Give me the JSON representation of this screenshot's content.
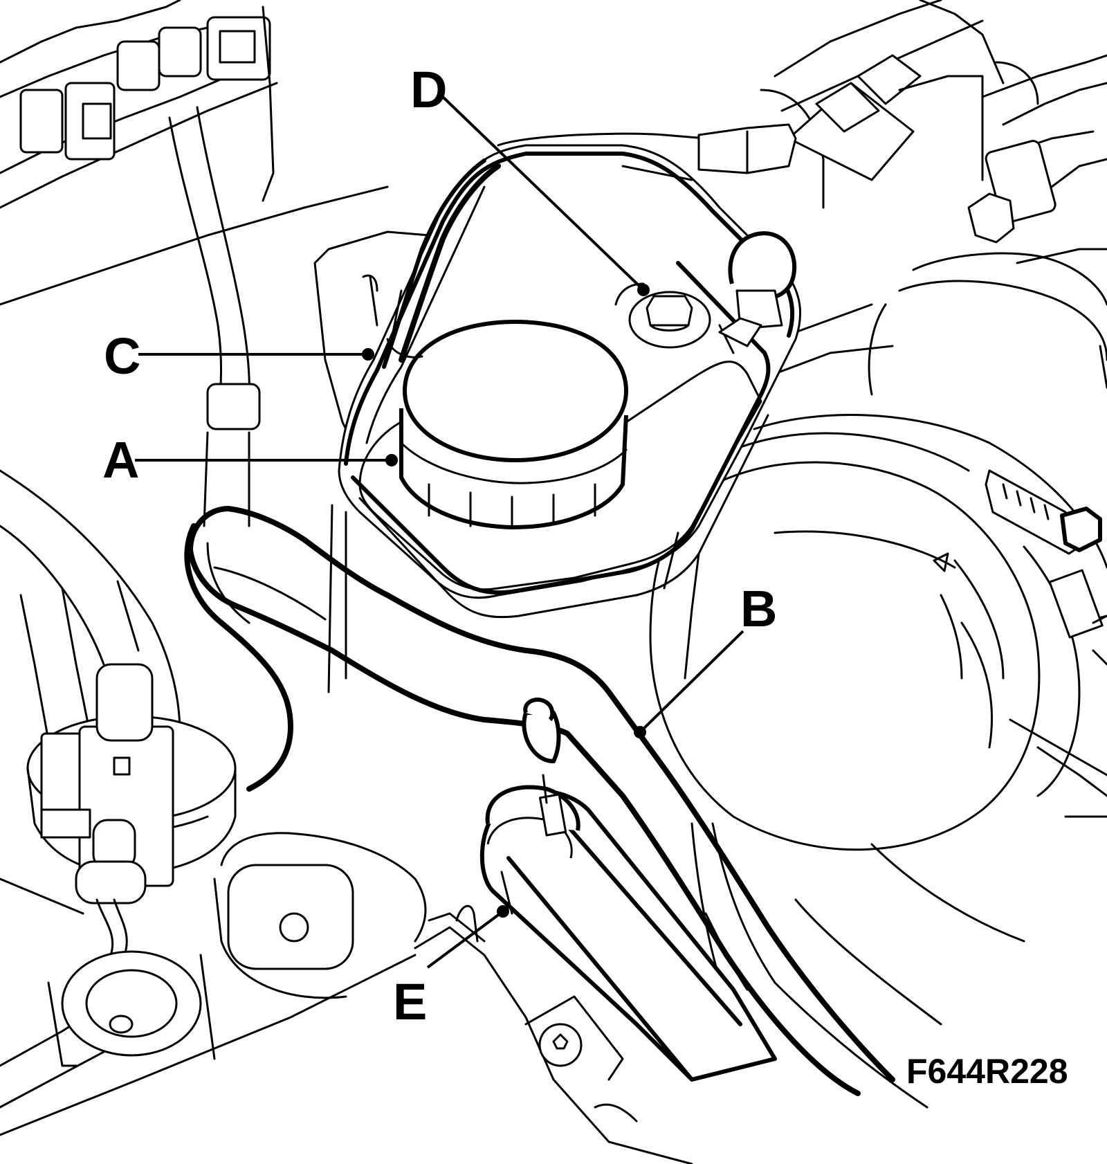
{
  "figure": {
    "id": "F644R228",
    "labels": {
      "a": "A",
      "b": "B",
      "c": "C",
      "d": "D",
      "e": "E"
    }
  }
}
